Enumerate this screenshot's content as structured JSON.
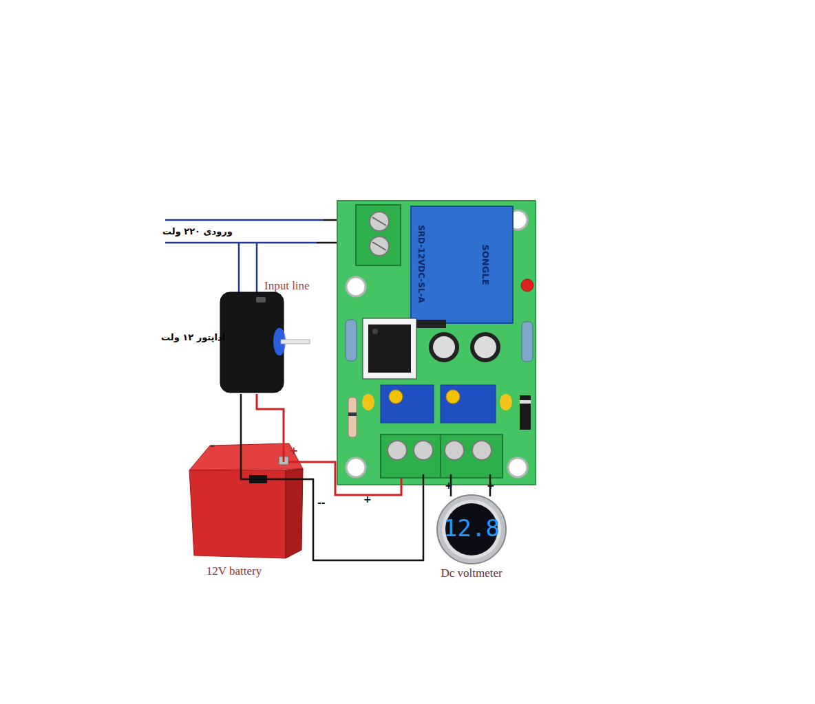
{
  "diagram": {
    "nodes": [
      {
        "text": [
          "SRD-12VDC-SL-A",
          "SONGLE"
        ]
      },
      {
        "text": [
          "Input line",
          "اداپتور ۱۲ ولت"
        ]
      },
      {
        "text": [
          "12V battery"
        ]
      },
      {
        "text": [
          "12.8",
          "Dc voltmeter"
        ]
      }
    ],
    "edges": [
      {
        "from": 1,
        "to": 2,
        "arrow": "none"
      },
      {
        "from": 1,
        "to": 2,
        "arrow": "none"
      }
    ],
    "labels": [
      "ورودی ۲۲۰ ولت",
      "-",
      "+",
      "--",
      "+",
      "+",
      "+"
    ]
  }
}
